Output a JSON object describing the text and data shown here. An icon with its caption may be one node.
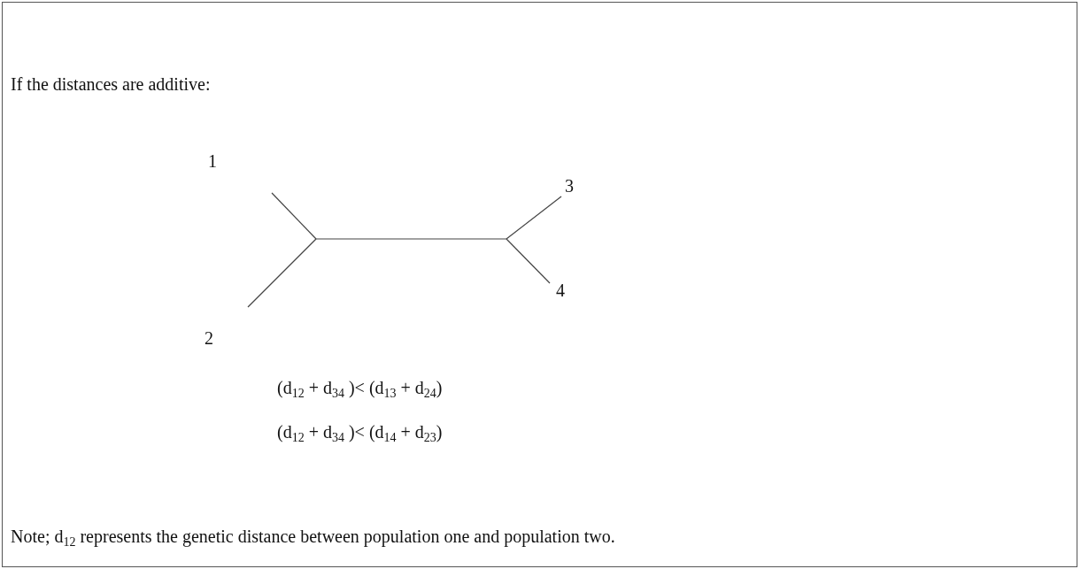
{
  "diagram": {
    "labels": [
      "If the distances are additive:",
      "1",
      "3",
      "4",
      "2",
      "(d$_{12}$ + d$_{34}$ )< (d$_{13}$ + d$_{24}$)",
      "(d$_{12}$ + d$_{34}$ )< (d$_{14}$ + d$_{23}$)",
      "Note; d$_{12}$ represents the genetic distance between population one and population two."
    ]
  }
}
